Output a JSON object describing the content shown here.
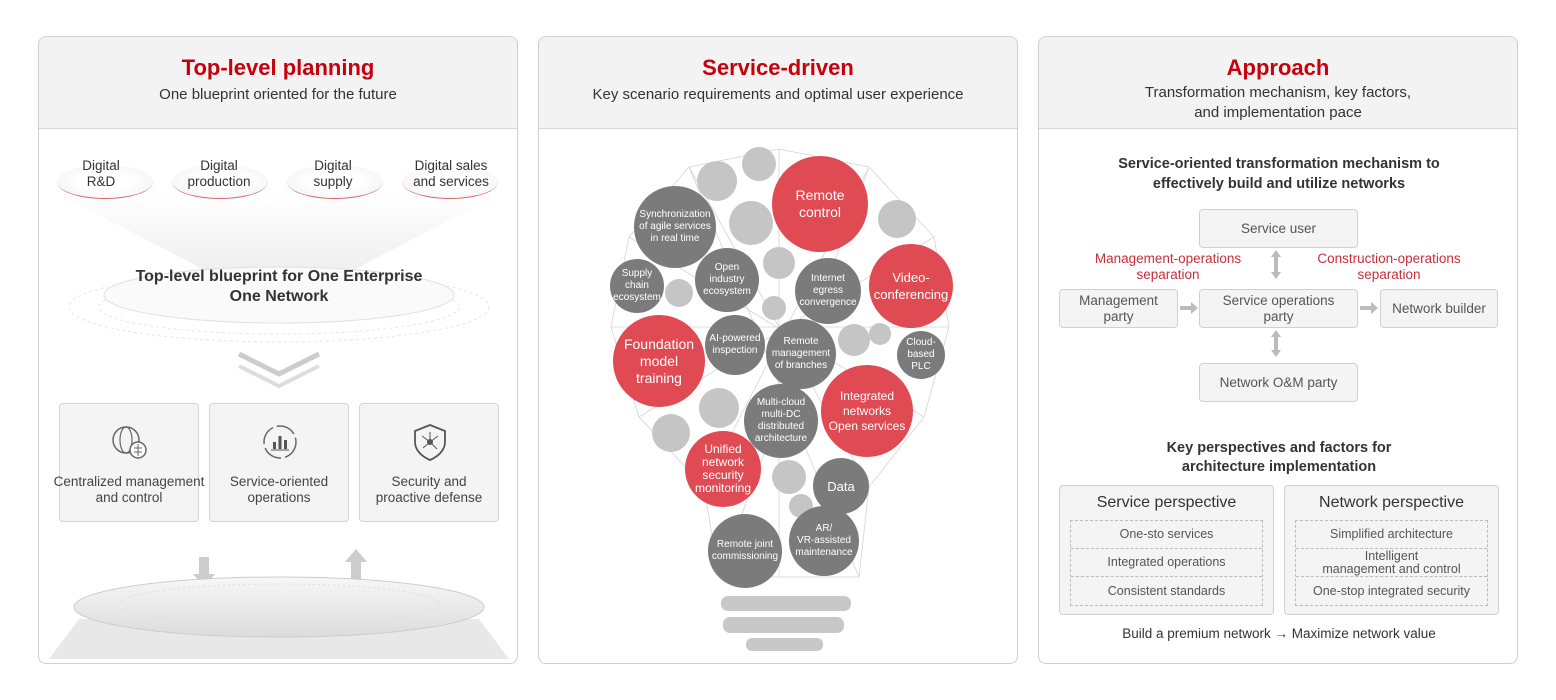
{
  "panels": [
    {
      "title": "Top-level planning",
      "subtitle": "One blueprint oriented for the future"
    },
    {
      "title": "Service-driven",
      "subtitle": "Key scenario requirements and optimal user experience"
    },
    {
      "title": "Approach",
      "subtitle_line1": "Transformation mechanism, key factors,",
      "subtitle_line2": "and implementation pace"
    }
  ],
  "planning": {
    "domains": [
      "Digital\nR&D",
      "Digital\nproduction",
      "Digital\nsupply",
      "Digital sales\nand services"
    ],
    "blueprint_line1": "Top-level blueprint for One Enterprise",
    "blueprint_line2": "One Network",
    "capabilities": [
      {
        "label": "Centralized management\nand control",
        "icon": "globe-brain-icon"
      },
      {
        "label": "Service-oriented\noperations",
        "icon": "bar-chart-circle-icon"
      },
      {
        "label": "Security and\nproactive defense",
        "icon": "shield-network-icon"
      }
    ]
  },
  "scenarios": {
    "colors": {
      "highlight": "#e04a52",
      "normal": "#7b7b7b",
      "filler": "#c5c5c5"
    },
    "bubbles": [
      {
        "label": "Remote\ncontrol",
        "highlight": true
      },
      {
        "label": "Video-\nconferencing",
        "highlight": true
      },
      {
        "label": "Synchronization\nof agile services\nin real time",
        "highlight": false
      },
      {
        "label": "Supply\nchain\necosystem",
        "highlight": false
      },
      {
        "label": "Open\nindustry\necosystem",
        "highlight": false
      },
      {
        "label": "Internet\negress\nconvergence",
        "highlight": false
      },
      {
        "label": "Foundation\nmodel\ntraining",
        "highlight": true
      },
      {
        "label": "AI-powered\ninspection",
        "highlight": false
      },
      {
        "label": "Remote\nmanagement\nof branches",
        "highlight": false
      },
      {
        "label": "Cloud-\nbased\nPLC",
        "highlight": false
      },
      {
        "label": "Integrated\nnetworks\nOpen services",
        "highlight": true
      },
      {
        "label": "Multi-cloud\nmulti-DC\ndistributed\narchitecture",
        "highlight": false
      },
      {
        "label": "Unified\nnetwork\nsecurity\nmonitoring",
        "highlight": true
      },
      {
        "label": "Data",
        "highlight": false
      },
      {
        "label": "Remote joint\ncommissioning",
        "highlight": false
      },
      {
        "label": "AR/\nVR-assisted\nmaintenance",
        "highlight": false
      }
    ]
  },
  "approach": {
    "mechanism_title_line1": "Service-oriented transformation mechanism to",
    "mechanism_title_line2": "effectively build and utilize networks",
    "service_user": "Service user",
    "management_party": "Management\nparty",
    "service_operations_party": "Service operations\nparty",
    "network_builder": "Network builder",
    "network_om_party": "Network O&M party",
    "mgmt_ops_separation": "Management-operations\nseparation",
    "constr_ops_separation": "Construction-operations\nseparation",
    "factors_title_line1": "Key perspectives and factors for",
    "factors_title_line2": "architecture implementation",
    "service_perspective": {
      "title": "Service perspective",
      "items": [
        "One-sto services",
        "Integrated operations",
        "Consistent standards"
      ]
    },
    "network_perspective": {
      "title": "Network perspective",
      "items": [
        "Simplified architecture",
        "Intelligent\nmanagement and control",
        "One-stop integrated security"
      ]
    },
    "footer": "Build a premium network → Maximize network value"
  },
  "colors": {
    "accent": "#c7000b",
    "header_bg": "#f3f3f3"
  }
}
